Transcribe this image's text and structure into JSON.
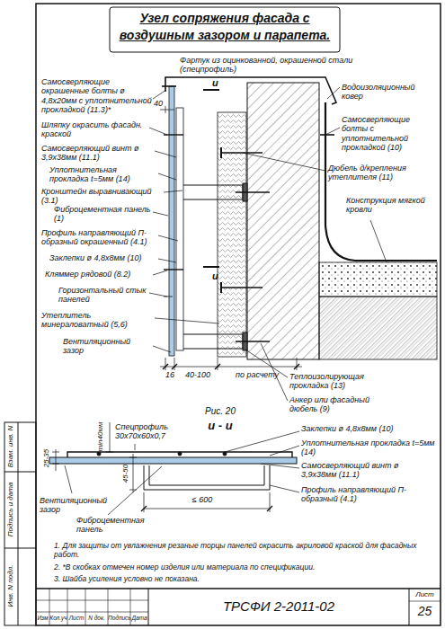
{
  "diagram": {
    "title": "Узел сопряжения фасада с воздушным зазором и парапета.",
    "labels": [
      "и",
      "и",
      "Самосверляющие окрашенные болты ø 4,8х20мм с уплотнительной прокладкой (11.3)*",
      "40",
      "Шляпку окрасить фасадн. краской",
      "Самосверляющий винт ø 3,9х38мм (11.1)",
      "Уплотнительная прокладка t=5мм (14)",
      "Кронштейн выравнивающий (3.1)",
      "Фиброцементная панель (1)",
      "Профиль направляющий П-образный окрашенный (4.1)",
      "Заклепки ø 4,8х8мм (10)",
      "Кляммер рядовой (8.2)",
      "Горизонтальный стык панелей",
      "Утеплитель минераловатный (5,6)",
      "Вентиляционный зазор",
      "Фартук из оцинкованной, окрашенной стали (спецпрофиль)",
      "Водоизоляционный ковер",
      "Самосверляющие болты с уплотнительной прокладкой (10)",
      "Дюбель д/крепления утеплителя (11)",
      "Конструкция мягкой кровли",
      "Теплоизолирующая прокладка (13)",
      "Анкер или фасадный дюбель (9)",
      "16",
      "40-100",
      "по расчету",
      "Рис. 20",
      "и - и",
      "Спецпрофиль 30х70х60х0,7",
      "min40мм",
      "25-35",
      "45-50",
      "≤ 600",
      "Вентиляционный зазор",
      "Фиброцементная панель",
      "Заклепки ø 4,8х8мм (10)",
      "Уплотнительная прокладка t=5мм (14)",
      "Самосверляющий винт ø 3,9х38мм (11.1)",
      "Профиль направляющий П-образный (4.1)",
      "1. Для защиты от увлажнения резаные торцы панелей окрасить акриловой краской для фасадных работ.",
      "2. *В скобках отмечен номер изделия или материала по спецификации.",
      "3. Шайба усиления условно не показана.",
      "Инв. N подл.",
      "Подпись и дата",
      "Взам. инв. N",
      "Изм",
      "Кол.уч",
      "Лист",
      "N док.",
      "Подпись",
      "Дата",
      "ТРСФИ 2-2011-02",
      "Лист",
      "25"
    ]
  }
}
